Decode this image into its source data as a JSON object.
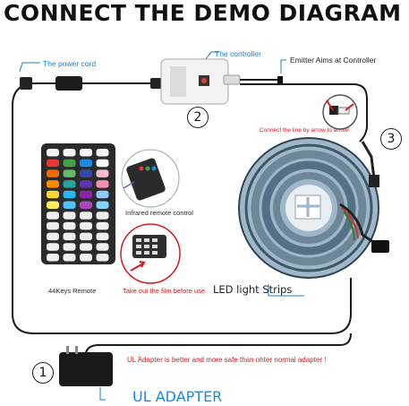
{
  "title": "CONNECT THE DEMO DIAGRAM",
  "labels": {
    "power_cord": "The power cord",
    "controller": "The controller",
    "emitter": "Emitter Aims at Controller",
    "connect_line": "Connect the line by arrow to arrow!",
    "infrared_remote": "Infrared remote control",
    "keys_remote": "44Keys Remote",
    "take_film": "Take out the film before use",
    "led_strips": "LED light Strips",
    "ul_note": "UL Adapter is better and more safe than ohter normal adapter !",
    "ul_adapter": "UL ADAPTER"
  },
  "steps": [
    "1",
    "2",
    "3"
  ],
  "colors": {
    "accent_blue": "#1e88e5",
    "warning_red": "#d7191c",
    "cable": "#1a1a1a"
  }
}
